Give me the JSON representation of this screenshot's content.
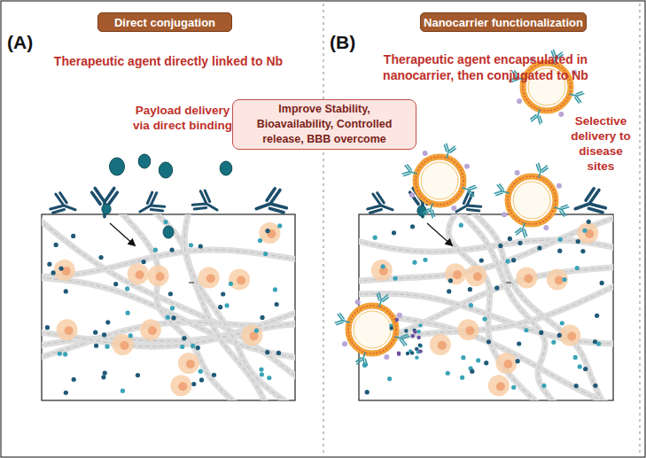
{
  "diagram": {
    "nodes": [
      {
        "text": [
          "Direct conjugation"
        ]
      },
      {
        "text": [
          "Nanocarrier functionalization"
        ]
      },
      {
        "text": [
          "Improve Stability, Bioavailability, Controlled release, BBB overcome"
        ]
      }
    ],
    "labels": [
      "(A)",
      "(B)",
      "Therapeutic agent directly linked to Nb",
      "Payload delivery via direct binding",
      "Therapeutic agent encapsulated in nanocarrier, then conjugated to Nb",
      "Selective delivery to disease sites"
    ]
  }
}
